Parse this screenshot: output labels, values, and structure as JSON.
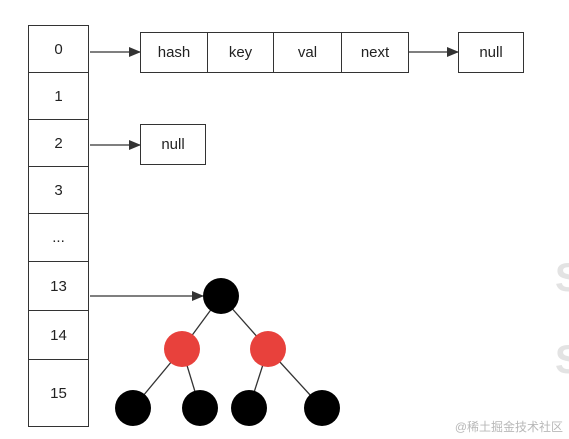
{
  "buckets": [
    {
      "label": "0"
    },
    {
      "label": "1"
    },
    {
      "label": "2"
    },
    {
      "label": "3"
    },
    {
      "label": "..."
    },
    {
      "label": "13"
    },
    {
      "label": "14"
    },
    {
      "label": "15"
    }
  ],
  "linked_node": {
    "fields": [
      {
        "label": "hash"
      },
      {
        "label": "key"
      },
      {
        "label": "val"
      },
      {
        "label": "next"
      }
    ]
  },
  "null_after_node": {
    "label": "null"
  },
  "null_bucket_2": {
    "label": "null"
  },
  "tree": {
    "colors": {
      "red": "#e8413c",
      "black": "#000000"
    },
    "nodes": [
      {
        "id": "root",
        "color": "black"
      },
      {
        "id": "left",
        "color": "red"
      },
      {
        "id": "right",
        "color": "red"
      },
      {
        "id": "left-left",
        "color": "black"
      },
      {
        "id": "left-right",
        "color": "black"
      },
      {
        "id": "right-left",
        "color": "black"
      },
      {
        "id": "right-right",
        "color": "black"
      }
    ]
  },
  "watermark": {
    "text": "@稀土掘金技术社区"
  }
}
